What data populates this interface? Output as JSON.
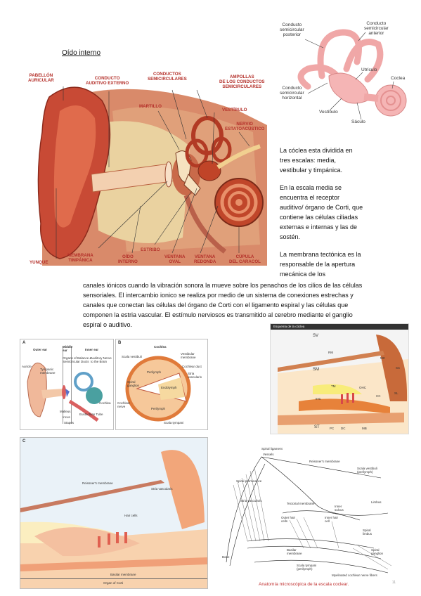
{
  "section_title": "Oído interno",
  "ear_figure": {
    "labels": {
      "pabellon": "PABELLÓN\nAURICULAR",
      "conducto_ext": "CONDUCTO\nAUDITIVO EXTERNO",
      "conductos_semi": "CONDUCTOS\nSEMICIRCULARES",
      "ampollas": "AMPOLLAS\nDE LOS CONDUCTOS\nSEMICIRCULARES",
      "martillo": "MARTILLO",
      "vestibulo": "VESTÍBULO",
      "nervio": "NERVIO\nESTATOACÚSTICO",
      "yunque": "YUNQUE",
      "membrana": "MEMBRANA\nTIMPÁNICA",
      "oido_interno": "OÍDO\nINTERNO",
      "estribo": "ESTRIBO",
      "ventana_oval": "VENTANA\nOVAL",
      "ventana_redonda": "VENTANA\nREDONDA",
      "cupula": "CÚPULA\nDEL CARACOL"
    }
  },
  "canals_figure": {
    "labels": {
      "posterior": "Conducto\nsemicircular\nposterior",
      "anterior": "Conducto\nsemicircular\nanterior",
      "utriculo": "Utrículo",
      "horizontal": "Conducto\nsemicircular\nhorizontal",
      "coclea": "Coclea",
      "vestibulo": "Vestíbulo",
      "saculo": "Sáculo"
    }
  },
  "text": {
    "p1": "La cóclea esta dividida en tres escalas: media, vestibular y timpánica.",
    "p2": "En la escala media se encuentra el receptor auditivo/ órgano de Corti, que contiene las células ciliadas externas e internas y las de sostén.",
    "p3_start": "La membrana tectónica es la responsable de la apertura mecánica de los",
    "p3_rest": "canales iónicos cuando la vibración sonora la mueve sobre los penachos de los cilios de las células sensoriales. El intercambio ionico se realiza por medio de un sistema de conexiones estrechas y canales que conectan las células del órgano de Corti con el ligamento espiral y las células que componen la estria vascular. El estímulo nerviosos es transmitido al cerebro mediante el ganglio espiral o auditivo."
  },
  "panel_a": {
    "letter": "A",
    "outer": "Outer ear",
    "middle": "Middle\near",
    "inner": "Inner ear",
    "labels": [
      "Auricle",
      "Tympanic\nmembrane",
      "Organs of Balance &\nSemicircular Ducts",
      "Auditory Nerve\nto the Brain",
      "Malleus",
      "Incus",
      "Stapes",
      "Cochlea",
      "Eustachian Tube"
    ]
  },
  "panel_b": {
    "letter": "B",
    "title": "Cochlea",
    "labels": [
      "Scala vestibuli",
      "Vestibular\nmembrane",
      "Cochlear duct",
      "Stria\nvascularis",
      "Perilymph",
      "Endolymph",
      "Spiral\nganglion",
      "Perilymph",
      "Cochlear\nnerve",
      "Scala tympani"
    ]
  },
  "panel_c": {
    "letter": "C",
    "labels": [
      "Reissner's membrane",
      "Stria vascularis",
      "Hair cells",
      "Basilar membrane",
      "Organ of Corti"
    ]
  },
  "corti_fig": {
    "header": "Esquema de la cóclea",
    "labels": [
      "SV",
      "RM",
      "MC",
      "SM",
      "SC",
      "TM",
      "OHC",
      "IHC",
      "CC",
      "SL",
      "ST",
      "PC",
      "DC",
      "MB"
    ]
  },
  "micro_fig": {
    "labels": [
      "Spiral ligament",
      "Vessels",
      "Reissner's membrane",
      "Scala vestibuli\n(perilymph)",
      "Spiral prominence",
      "Stria vascularis",
      "Tectorial membrane",
      "Inner\nsulcus",
      "Limbus",
      "Outer hair\ncells",
      "Inner hair\ncell",
      "Spiral\nlimbus",
      "Basilar\nmembrane",
      "Spiral\nganglion",
      "Bone",
      "Scala tympani\n(perilymph)",
      "Myelinated cochlear nerve fibers"
    ],
    "caption": "Anatomía microscópica de la escala coclear."
  },
  "page_number": "11",
  "colors": {
    "accent": "#c03030",
    "flesh": "#d9826a",
    "cartilage": "#e9c79a",
    "labels": "#b4302a"
  }
}
